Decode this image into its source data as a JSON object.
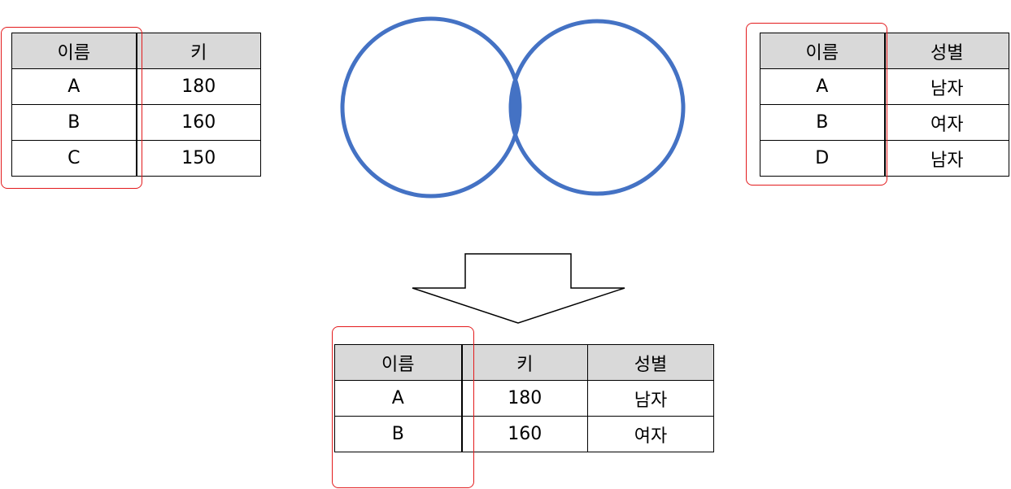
{
  "colors": {
    "venn_stroke": "#4472c4",
    "venn_intersection_fill": "#4472c4",
    "table_header_fill": "#d9d9d9",
    "key_highlight": "#e31a1c"
  },
  "left_table": {
    "headers": [
      "이름",
      "키"
    ],
    "rows": [
      [
        "A",
        "180"
      ],
      [
        "B",
        "160"
      ],
      [
        "C",
        "150"
      ]
    ]
  },
  "right_table": {
    "headers": [
      "이름",
      "성별"
    ],
    "rows": [
      [
        "A",
        "남자"
      ],
      [
        "B",
        "여자"
      ],
      [
        "D",
        "남자"
      ]
    ]
  },
  "result_table": {
    "headers": [
      "이름",
      "키",
      "성별"
    ],
    "rows": [
      [
        "A",
        "180",
        "남자"
      ],
      [
        "B",
        "160",
        "여자"
      ]
    ]
  }
}
